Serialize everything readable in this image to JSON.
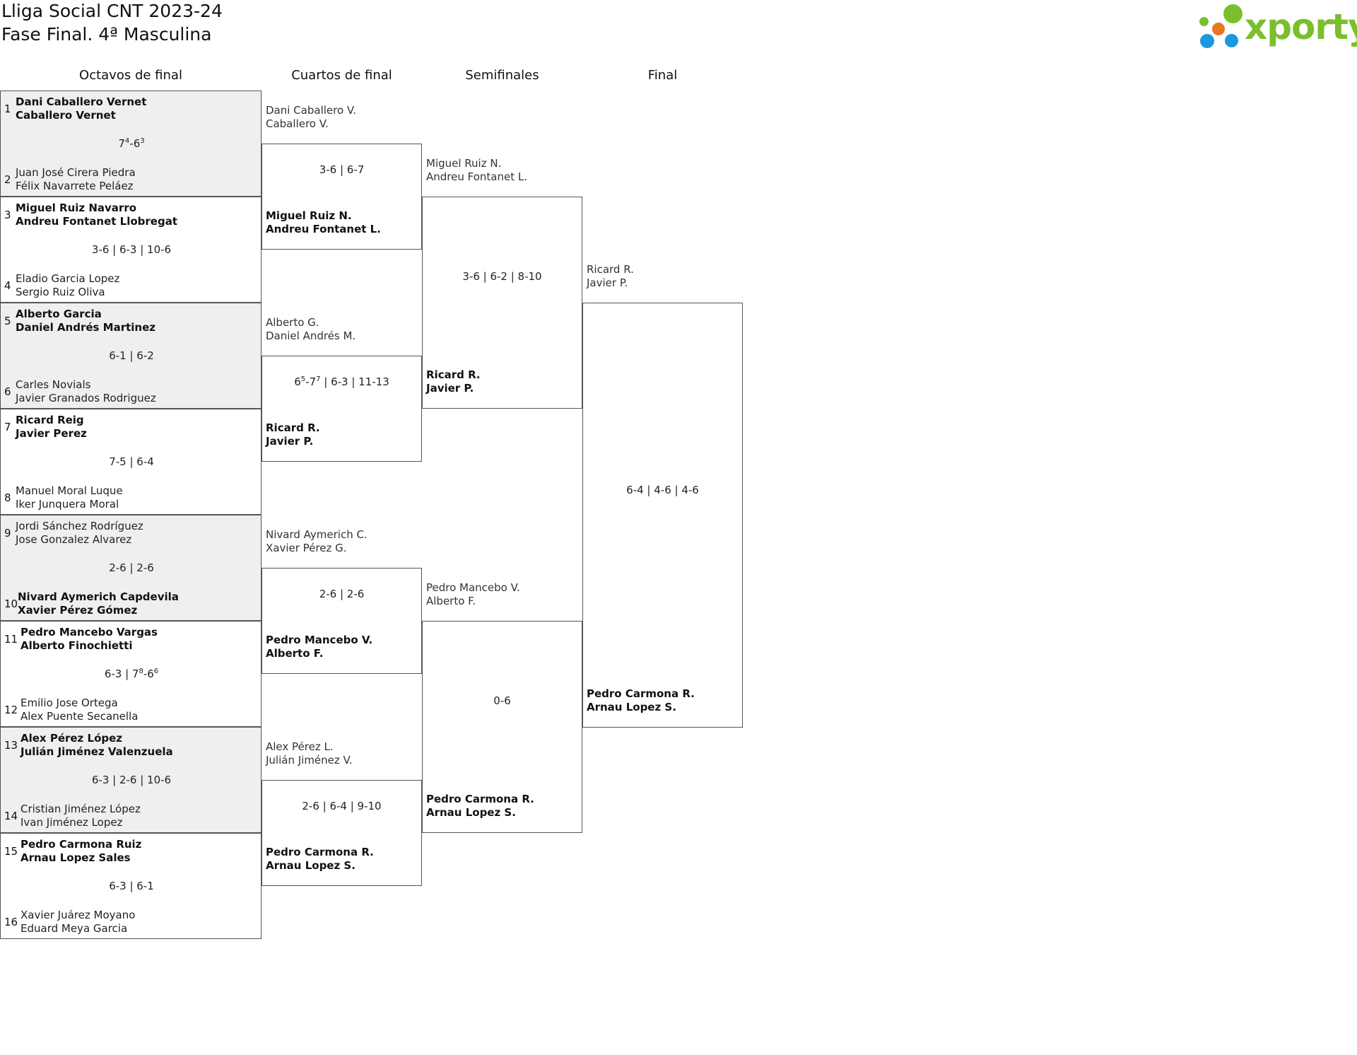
{
  "title": {
    "line1": "Lliga Social CNT 2023-24",
    "line2": "Fase Final. 4ª Masculina"
  },
  "logo": {
    "text": "xporty",
    "colors": {
      "green": "#7bbf2d",
      "blue": "#1a98e0",
      "orange": "#e87722"
    }
  },
  "rounds": {
    "r16": "Octavos de final",
    "qf": "Cuartos de final",
    "sf": "Semifinales",
    "final": "Final"
  },
  "r16_matches": [
    {
      "shaded": true,
      "seed_top": "1",
      "top": [
        "Dani Caballero Vernet",
        "Caballero Vernet"
      ],
      "seed_bottom": "2",
      "bottom": [
        "Juan José Cirera Piedra",
        "Félix Navarrete Peláez"
      ],
      "winner": "top",
      "score": [
        {
          "games": "7",
          "tb": "4"
        },
        {
          "sep": "-"
        },
        {
          "games": "6",
          "tb": "3"
        }
      ]
    },
    {
      "shaded": false,
      "seed_top": "3",
      "top": [
        "Miguel Ruiz Navarro",
        "Andreu Fontanet Llobregat"
      ],
      "seed_bottom": "4",
      "bottom": [
        "Eladio Garcia Lopez",
        "Sergio Ruiz Oliva"
      ],
      "winner": "top",
      "score": [
        {
          "games": "3-6 | 6-3 | 10-6"
        }
      ]
    },
    {
      "shaded": true,
      "seed_top": "5",
      "top": [
        "Alberto Garcia",
        "Daniel Andrés Martinez"
      ],
      "seed_bottom": "6",
      "bottom": [
        "Carles Novials",
        "Javier Granados Rodriguez"
      ],
      "winner": "top",
      "score": [
        {
          "games": "6-1 | 6-2"
        }
      ]
    },
    {
      "shaded": false,
      "seed_top": "7",
      "top": [
        "Ricard Reig",
        "Javier Perez"
      ],
      "seed_bottom": "8",
      "bottom": [
        "Manuel Moral Luque",
        "Iker Junquera Moral"
      ],
      "winner": "top",
      "score": [
        {
          "games": "7-5 | 6-4"
        }
      ]
    },
    {
      "shaded": true,
      "seed_top": "9",
      "top": [
        "Jordi Sánchez Rodríguez",
        "Jose Gonzalez Alvarez"
      ],
      "seed_bottom": "10",
      "bottom": [
        "Nivard Aymerich Capdevila",
        "Xavier Pérez Gómez"
      ],
      "winner": "bottom",
      "score": [
        {
          "games": "2-6 | 2-6"
        }
      ]
    },
    {
      "shaded": false,
      "seed_top": "11",
      "top": [
        "Pedro Mancebo Vargas",
        "Alberto Finochietti"
      ],
      "seed_bottom": "12",
      "bottom": [
        "Emilio Jose Ortega",
        "Alex Puente Secanella"
      ],
      "winner": "top",
      "score": [
        {
          "games": "6-3 | 7",
          "tb": "8"
        },
        {
          "sep": "-"
        },
        {
          "games": "6",
          "tb": "6"
        }
      ]
    },
    {
      "shaded": true,
      "seed_top": "13",
      "top": [
        "Alex Pérez López",
        "Julián Jiménez Valenzuela"
      ],
      "seed_bottom": "14",
      "bottom": [
        "Cristian Jiménez López",
        "Ivan Jiménez Lopez"
      ],
      "winner": "top",
      "score": [
        {
          "games": "6-3 | 2-6 | 10-6"
        }
      ]
    },
    {
      "shaded": false,
      "seed_top": "15",
      "top": [
        "Pedro Carmona Ruiz",
        "Arnau Lopez Sales"
      ],
      "seed_bottom": "16",
      "bottom": [
        "Xavier Juárez Moyano",
        "Eduard Meya Garcia"
      ],
      "winner": "top",
      "score": [
        {
          "games": "6-3 | 6-1"
        }
      ]
    }
  ],
  "qf_matches": [
    {
      "top": [
        "Dani Caballero V.",
        "Caballero V."
      ],
      "bottom": [
        "Miguel Ruiz N.",
        "Andreu Fontanet L."
      ],
      "winner": "bottom",
      "score": [
        {
          "games": "3-6 | 6-7"
        }
      ]
    },
    {
      "top": [
        "Alberto G.",
        "Daniel Andrés M."
      ],
      "bottom": [
        "Ricard R.",
        "Javier P."
      ],
      "winner": "bottom",
      "score": [
        {
          "games": "6",
          "tb": "5"
        },
        {
          "sep": "-"
        },
        {
          "games": "7",
          "tb": "7"
        },
        {
          "games": " | 6-3 | 11-13"
        }
      ]
    },
    {
      "top": [
        "Nivard Aymerich C.",
        "Xavier Pérez G."
      ],
      "bottom": [
        "Pedro Mancebo V.",
        "Alberto F."
      ],
      "winner": "bottom",
      "score": [
        {
          "games": "2-6 | 2-6"
        }
      ]
    },
    {
      "top": [
        "Alex Pérez L.",
        "Julián Jiménez V."
      ],
      "bottom": [
        "Pedro Carmona R.",
        "Arnau Lopez S."
      ],
      "winner": "bottom",
      "score": [
        {
          "games": "2-6 | 6-4 | 9-10"
        }
      ]
    }
  ],
  "sf_matches": [
    {
      "top": [
        "Miguel Ruiz N.",
        "Andreu Fontanet L."
      ],
      "bottom": [
        "Ricard R.",
        "Javier P."
      ],
      "winner": "bottom",
      "score": [
        {
          "games": "3-6 | 6-2 | 8-10"
        }
      ]
    },
    {
      "top": [
        "Pedro Mancebo V.",
        "Alberto F."
      ],
      "bottom": [
        "Pedro Carmona R.",
        "Arnau Lopez S."
      ],
      "winner": "bottom",
      "score": [
        {
          "games": "0-6"
        }
      ]
    }
  ],
  "final_match": {
    "top": [
      "Ricard R.",
      "Javier P."
    ],
    "bottom": [
      "Pedro Carmona R.",
      "Arnau Lopez S."
    ],
    "winner": "bottom",
    "score": [
      {
        "games": "6-4 | 4-6 | 4-6"
      }
    ]
  }
}
